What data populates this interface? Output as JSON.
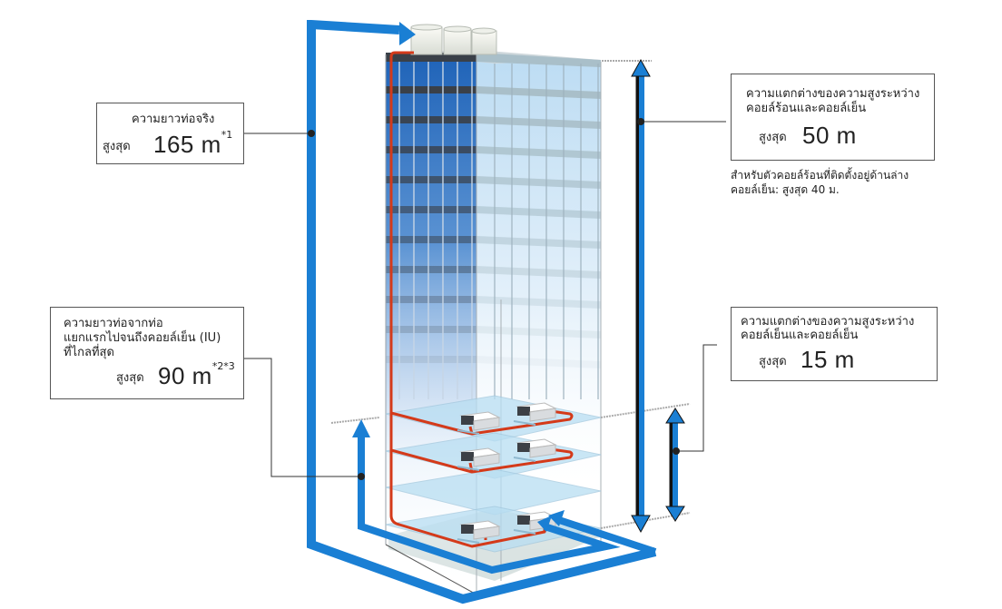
{
  "colors": {
    "pipe_blue": "#1a7fd4",
    "refrigerant_red": "#d43a1a",
    "building_dark_blue": "#1f63b8",
    "building_light_blue": "#cfe6f7",
    "floor_blue": "#b8def2",
    "border_gray": "#555555"
  },
  "callouts": {
    "actual_pipe_length": {
      "title": "ความยาวท่อจริง",
      "max_label": "สูงสุด",
      "value": "165 m",
      "footnote": "*1"
    },
    "height_outdoor_indoor": {
      "title_line1": "ความแตกต่างของความสูงระหว่าง",
      "title_line2": "คอยล์ร้อนและคอยล์เย็น",
      "max_label": "สูงสุด",
      "value": "50 m",
      "note_line1": "สำหรับตัวคอยล์ร้อนที่ติดตั้งอยู่ด้านล่าง",
      "note_line2": "คอยล์เย็น: สูงสุด 40 ม."
    },
    "first_branch_length": {
      "title_line1": "ความยาวท่อจากท่อ",
      "title_line2": "แยกแรกไปจนถึงคอยล์เย็น (IU)",
      "title_line3": "ที่ไกลที่สุด",
      "max_label": "สูงสุด",
      "value": "90 m",
      "footnote": "*2*3"
    },
    "height_indoor_indoor": {
      "title_line1": "ความแตกต่างของความสูงระหว่าง",
      "title_line2": "คอยล์เย็นและคอยล์เย็น",
      "max_label": "สูงสุด",
      "value": "15 m"
    }
  },
  "building": {
    "outdoor_units": 3,
    "floors_with_indoor_units": 3,
    "indoor_units_per_floor": 2
  }
}
